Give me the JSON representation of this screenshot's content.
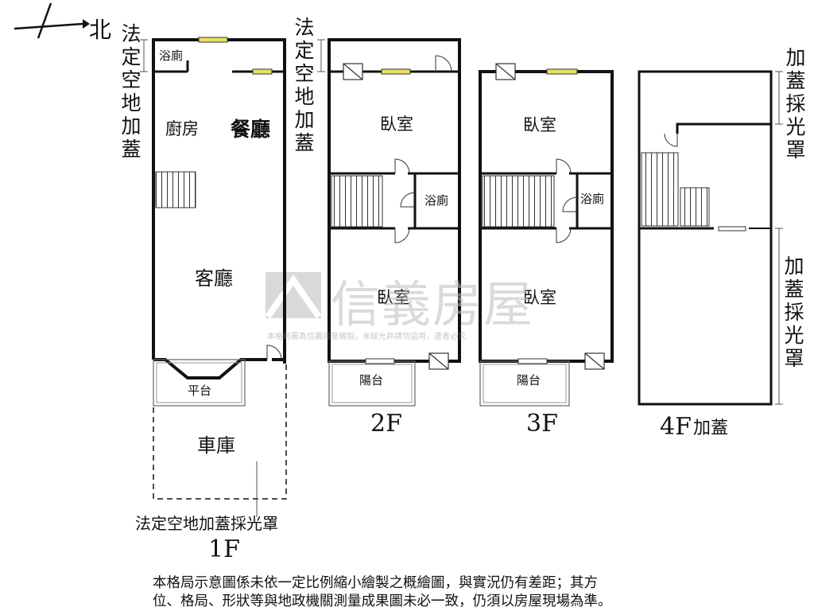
{
  "compass": {
    "north_label": "北"
  },
  "annotations": {
    "side_1f": "法定空地加蓋",
    "side_2f": "法定空地加蓋",
    "skylight_top": "加蓋採光罩",
    "skylight_bottom": "加蓋採光罩",
    "garage_skylight": "法定空地加蓋採光罩"
  },
  "floors": [
    {
      "id": "1F",
      "label": "1F",
      "rooms": [
        "浴廁",
        "廚房",
        "餐廳",
        "客廳",
        "平台",
        "車庫"
      ]
    },
    {
      "id": "2F",
      "label": "2F",
      "rooms": [
        "臥室",
        "浴廁",
        "臥室",
        "陽台"
      ]
    },
    {
      "id": "3F",
      "label": "3F",
      "rooms": [
        "臥室",
        "浴廁",
        "臥室",
        "陽台"
      ]
    },
    {
      "id": "4F",
      "label": "4F",
      "suffix": "加蓋"
    }
  ],
  "watermark": {
    "brand": "信義房屋",
    "notice": "本格局圖為信義房屋繪製，未經允許請勿盜用，違者必究"
  },
  "footnote": {
    "line1": "本格局示意圖係未依一定比例縮小繪製之概繪圖，與實況仍有差距；其方",
    "line2": "位、格局、形狀等與地政機關測量成果圖未必一致，仍須以房屋現場為準。"
  }
}
